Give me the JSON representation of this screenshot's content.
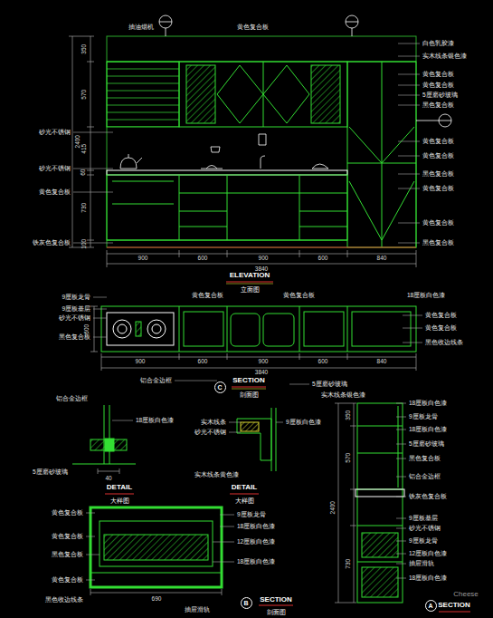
{
  "diagram": {
    "nodes": [
      {
        "text": [
          "C"
        ]
      },
      {
        "text": [
          "B"
        ]
      },
      {
        "text": [
          "A"
        ]
      }
    ],
    "labels": [
      "抽油烟机",
      "黄色复合板",
      "白色乳胶漆",
      "实木线条银色漆",
      "黄色复合板",
      "黄色复合板",
      "5厘磨砂玻璃",
      "黑色复合板",
      "黄色复合板",
      "黄色复合板",
      "黑色复合板",
      "黄色复合板",
      "黄色复合板",
      "黑色复合板",
      "砂光不锈钢",
      "砂光不锈钢",
      "黄色复合板",
      "铁灰色复合板",
      "350",
      "570",
      "2400",
      "415",
      "60",
      "730",
      "100",
      "900",
      "600",
      "900",
      "600",
      "840",
      "3840",
      "ELEVATION",
      "立面图",
      "9厘板龙骨",
      "9厘板基层",
      "砂光不锈钢",
      "黑色复合板",
      "黄色复合板",
      "黄色复合板",
      "18厘板白色漆",
      "黄色复合板",
      "黄色复合板",
      "黑色收边线条",
      "铝合金边框",
      "5厘磨砂玻璃",
      "600",
      "900",
      "600",
      "900",
      "600",
      "840",
      "3840",
      "SECTION",
      "剖面图",
      "铝合金边框",
      "18厘板白色漆",
      "5厘磨砂玻璃",
      "40",
      "DETAIL",
      "大样图",
      "实木线条",
      "砂光不锈钢",
      "9厘板白色漆",
      "实木线条黄色漆",
      "DETAIL",
      "大样图",
      "实木线条银色漆",
      "18厘板白色漆",
      "9厘板龙骨",
      "18厘板白色漆",
      "5厘磨砂玻璃",
      "黑色复合板",
      "铝合金边框",
      "铁灰色复合板",
      "9厘板基层",
      "砂光不锈钢",
      "9厘板龙骨",
      "12厘板白色漆",
      "抽屉滑轨",
      "18厘板白色漆",
      "350",
      "570",
      "2400",
      "730",
      "SECTION",
      "黄色复合板",
      "黄色复合板",
      "黑色复合板",
      "黄色复合板",
      "黑色收边线条",
      "9厘板龙骨",
      "18厘板白色漆",
      "12厘板白色漆",
      "18厘板白色漆",
      "抽屉滑轨",
      "690",
      "SECTION",
      "剖面图",
      "Cheese"
    ]
  }
}
